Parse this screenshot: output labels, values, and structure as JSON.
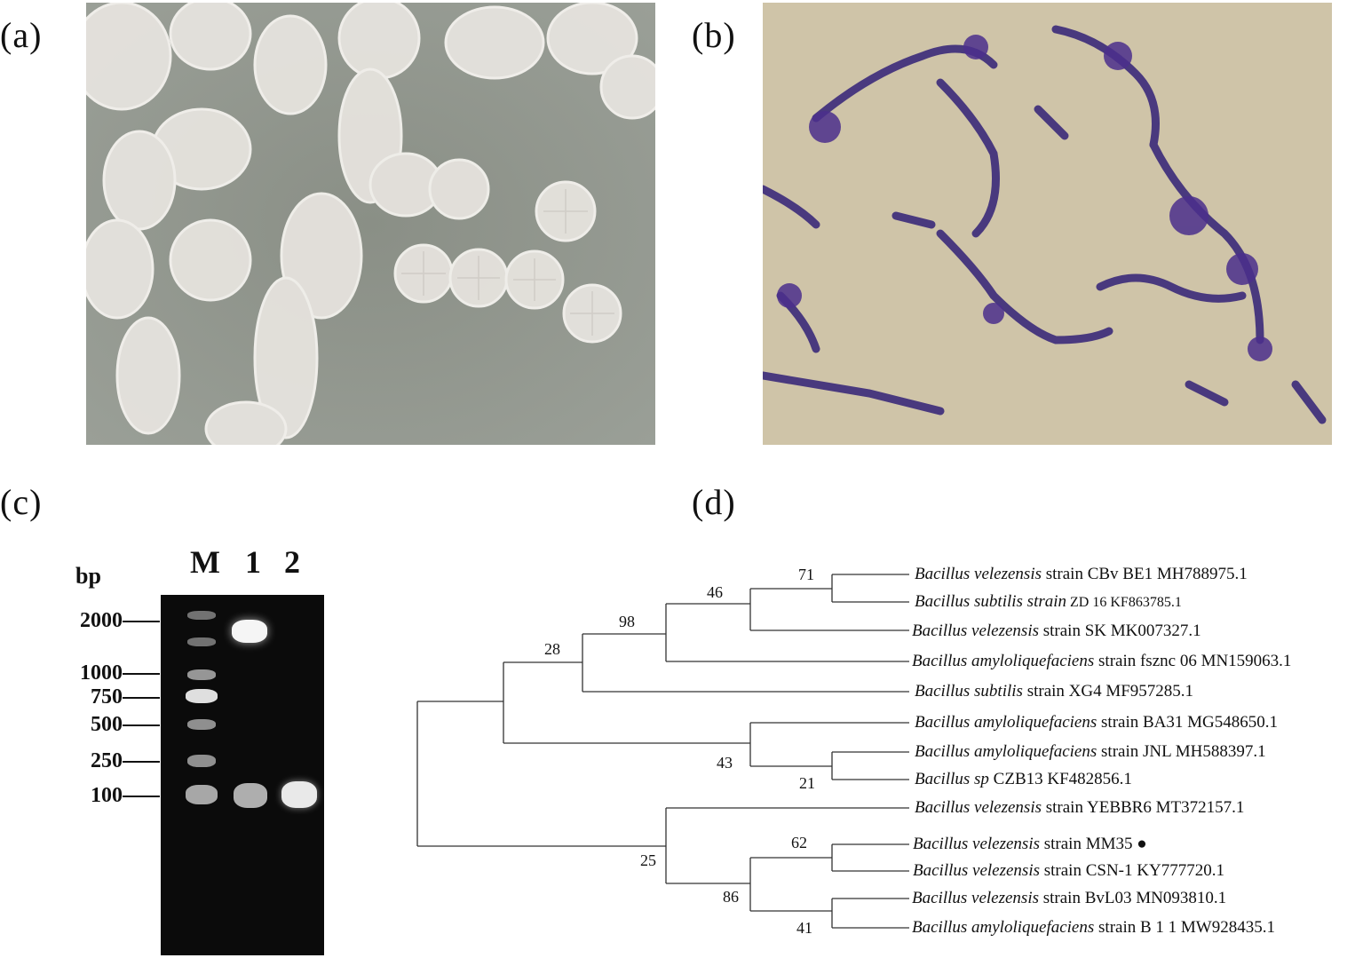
{
  "panels": {
    "a": "(a)",
    "b": "(b)",
    "c": "(c)",
    "d": "(d)"
  },
  "gel": {
    "unit": "bp",
    "lanes": [
      "M",
      "1",
      "2"
    ],
    "ladder": [
      "2000",
      "1000",
      "750",
      "500",
      "250",
      "100"
    ]
  },
  "tree": {
    "taxa": [
      {
        "genus_species": "Bacillus velezensis",
        "rest": " strain CBv BE1 MH788975.1"
      },
      {
        "genus_species": "Bacillus subtilis strain",
        "rest": " ZD 16 KF863785.1"
      },
      {
        "genus_species": "Bacillus velezensis",
        "rest": " strain SK MK007327.1"
      },
      {
        "genus_species": "Bacillus amyloliquefaciens",
        "rest": " strain fsznc 06 MN159063.1"
      },
      {
        "genus_species": "Bacillus subtilis",
        "rest": " strain XG4 MF957285.1"
      },
      {
        "genus_species": "Bacillus amyloliquefaciens",
        "rest": " strain BA31 MG548650.1"
      },
      {
        "genus_species": "Bacillus amyloliquefaciens",
        "rest": " strain JNL MH588397.1"
      },
      {
        "genus_species": "Bacillus sp",
        "rest": " CZB13 KF482856.1"
      },
      {
        "genus_species": "Bacillus velezensis",
        "rest": " strain YEBBR6 MT372157.1"
      },
      {
        "genus_species": "Bacillus velezensis",
        "rest": " strain MM35 ●"
      },
      {
        "genus_species": "Bacillus velezensis",
        "rest": " strain CSN-1 KY777720.1"
      },
      {
        "genus_species": "Bacillus velezensis",
        "rest": " strain BvL03 MN093810.1"
      },
      {
        "genus_species": "Bacillus amyloliquefaciens",
        "rest": " strain B 1 1 MW928435.1"
      }
    ],
    "bootstrap": [
      "71",
      "46",
      "98",
      "28",
      "43",
      "21",
      "62",
      "25",
      "86",
      "41"
    ]
  }
}
